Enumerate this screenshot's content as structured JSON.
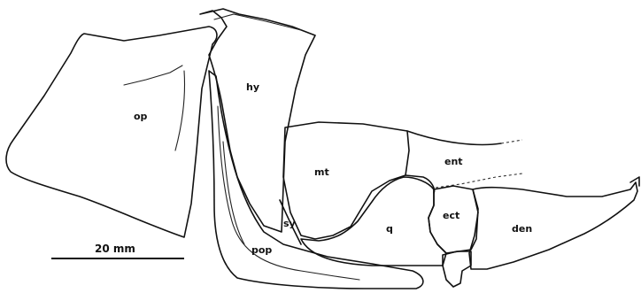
{
  "labels": {
    "op": "op",
    "hy": "hy",
    "mt": "mt",
    "ent": "ent",
    "sy": "sy",
    "q": "q",
    "ect": "ect",
    "den": "den",
    "pop": "pop"
  },
  "scale_bar": {
    "label": "20 mm"
  }
}
